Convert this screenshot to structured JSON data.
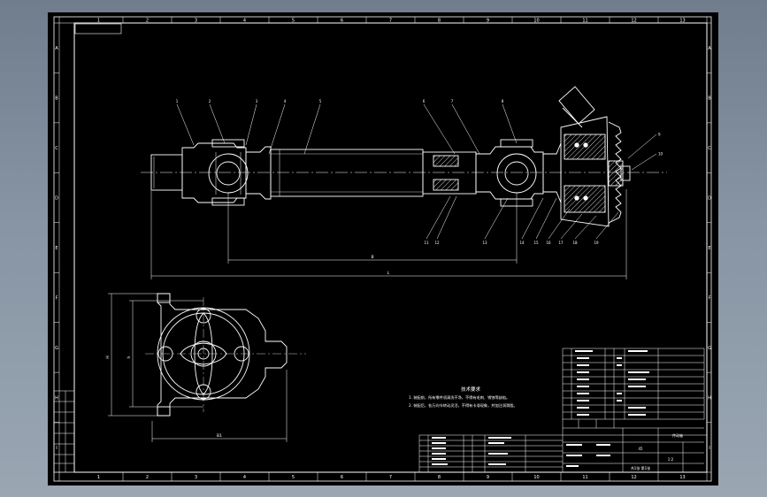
{
  "zones": {
    "top": [
      "1",
      "2",
      "3",
      "4",
      "5",
      "6",
      "7",
      "8",
      "9",
      "10",
      "11",
      "12",
      "13"
    ],
    "bottom": [
      "1",
      "2",
      "3",
      "4",
      "5",
      "6",
      "7",
      "8",
      "9",
      "10",
      "11",
      "12",
      "13"
    ],
    "left": [
      "A",
      "B",
      "C",
      "D",
      "E",
      "F",
      "G",
      "H",
      "I"
    ],
    "right": [
      "A",
      "B",
      "C",
      "D",
      "E",
      "F",
      "G",
      "H",
      "I"
    ]
  },
  "balloons": {
    "top": [
      "1",
      "2",
      "3",
      "4",
      "5",
      "6",
      "7",
      "8"
    ],
    "right": [
      "9",
      "10"
    ],
    "bottom": [
      "11",
      "12",
      "13",
      "14",
      "15",
      "16",
      "17",
      "18",
      "19"
    ]
  },
  "dimensions": {
    "center_span": "B",
    "overall_length": "L",
    "end_view_width": "B1",
    "end_view_height_outer": "H",
    "end_view_height_inner": "h"
  },
  "notes": {
    "title": "技术要求",
    "line1": "1. 装配前，所有零件须清洗干净，不得有毛刺、锈蚀等缺陷。",
    "line2": "2. 装配后，各万向节转动灵活，不得有卡滞现象，并加注润滑脂。"
  },
  "title_block": {
    "drawing_name": "传动轴",
    "scale": "1:2",
    "material": "45",
    "sheet": "共1张 第1张"
  },
  "colors": {
    "background": "#000000",
    "line": "#ffffff",
    "frame_blue": "#5a6ad2",
    "desktop": "#8896a5"
  }
}
